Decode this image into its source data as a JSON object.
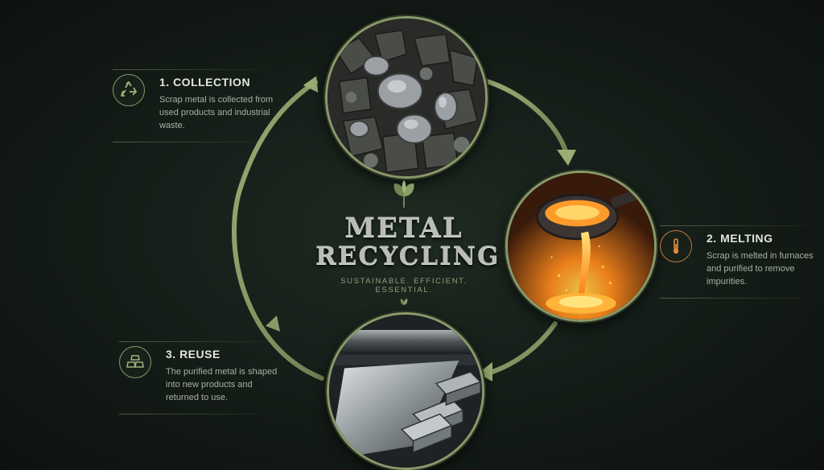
{
  "title": {
    "line1": "METAL",
    "line2": "RECYCLING",
    "tagline": "SUSTAINABLE. EFFICIENT. ESSENTIAL."
  },
  "steps": [
    {
      "heading": "1. COLLECTION",
      "description": "Scrap metal is collected from used products and industrial waste.",
      "icon": "recycle-icon"
    },
    {
      "heading": "2. MELTING",
      "description": "Scrap is melted in furnaces and purified to remove impurities.",
      "icon": "thermometer-icon"
    },
    {
      "heading": "3. REUSE",
      "description": "The purified metal is shaped into new products and returned to use.",
      "icon": "metal-bars-icon"
    }
  ],
  "colors": {
    "background": "#141c17",
    "accent": "#8a9a6a",
    "arrow": "#7d8f5e",
    "molten": "#ff8a1c"
  }
}
